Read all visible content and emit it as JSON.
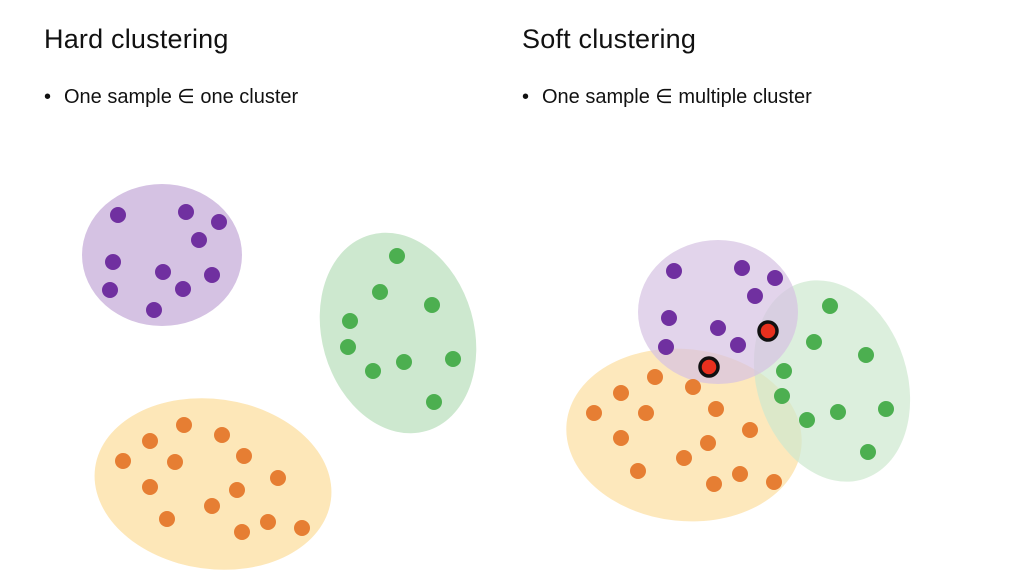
{
  "hard": {
    "title": "Hard clustering",
    "bullet_text": "One sample ∈ one cluster",
    "bullet_glyph": "•"
  },
  "soft": {
    "title": "Soft clustering",
    "bullet_text": "One sample ∈ multiple cluster",
    "bullet_glyph": "•"
  },
  "colors": {
    "purple_cluster_fill": "#d5c2e3",
    "purple_point": "#7030a0",
    "green_cluster_fill": "#cde8cf",
    "green_point": "#4caf50",
    "orange_cluster_fill": "#fde7b8",
    "orange_point": "#e67e33",
    "shared_point": "#e8301e",
    "shared_point_stroke": "#111111"
  }
}
